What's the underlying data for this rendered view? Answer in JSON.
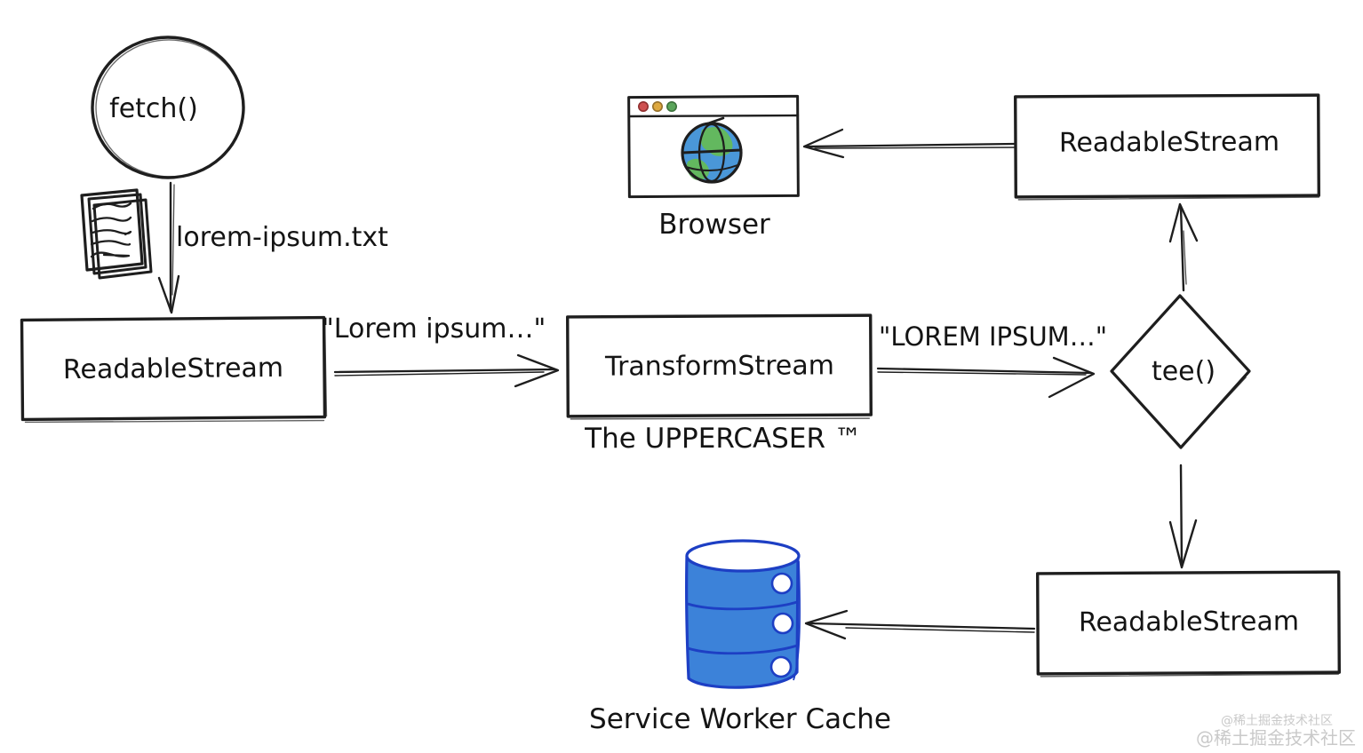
{
  "nodes": {
    "fetch": {
      "label": "fetch()"
    },
    "source_stream": {
      "label": "ReadableStream"
    },
    "transform_stream": {
      "label": "TransformStream",
      "caption": "The UPPERCASER ™"
    },
    "tee": {
      "label": "tee()"
    },
    "browser_stream": {
      "label": "ReadableStream"
    },
    "browser": {
      "caption": "Browser"
    },
    "cache_stream": {
      "label": "ReadableStream"
    },
    "cache": {
      "caption": "Service Worker Cache"
    }
  },
  "labels": {
    "file": "lorem-ipsum.txt",
    "lowercase_chunk": "\"Lorem ipsum…\"",
    "uppercase_chunk": "\"LOREM IPSUM…\""
  },
  "watermark": {
    "small": "@稀土掘金技术社区",
    "large": "@稀土掘金技术社区"
  },
  "colors": {
    "ink": "#1e1e1e",
    "red_hatch": "#e58383",
    "blue_hatch": "#8fb2e0",
    "green_hatch": "#8cc68f",
    "cylinder_fill": "#3c82d9",
    "cylinder_outline": "#1d3fc4",
    "globe_water": "#4a97d8",
    "globe_land": "#63b85f",
    "dot_red": "#cf5050",
    "dot_yellow": "#dda83f",
    "dot_green": "#5ba55b",
    "watermark_gray": "#c9c9c9"
  }
}
